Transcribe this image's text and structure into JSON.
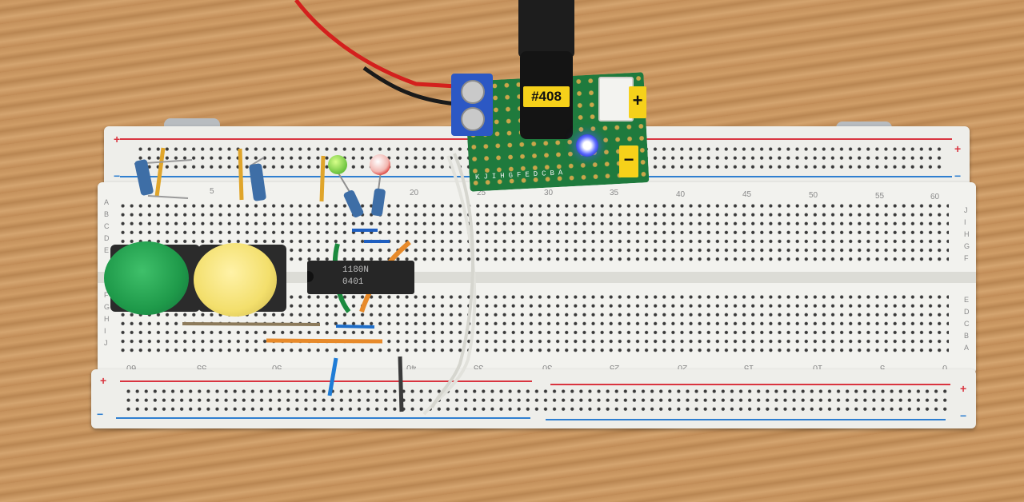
{
  "board": {
    "top_rail": {
      "plus": "+",
      "minus": "−",
      "right_plus": "+",
      "right_minus": "−"
    },
    "bottom_rail": {
      "plus": "+",
      "minus": "−",
      "right_plus": "+",
      "right_minus": "−"
    },
    "upper_col_numbers": [
      "20",
      "25",
      "30",
      "35",
      "40",
      "45",
      "50",
      "55",
      "60"
    ],
    "upper_col_number_5": "5",
    "lower_col_numbers": [
      "0",
      "5",
      "10",
      "15",
      "20",
      "25",
      "30",
      "35",
      "40",
      "50",
      "55",
      "60"
    ],
    "left_rows_top": [
      "A",
      "B",
      "C",
      "D",
      "E"
    ],
    "left_rows_bottom": [
      "F",
      "G",
      "H",
      "I",
      "J"
    ],
    "right_rows_top": [
      "J",
      "I",
      "H",
      "G",
      "F"
    ],
    "right_rows_bottom": [
      "E",
      "D",
      "C",
      "B",
      "A"
    ]
  },
  "module": {
    "label": "#408",
    "pcb_letters": "KJIHGFEDCBA",
    "pcb_plus": "+",
    "pcb_minus": "−"
  },
  "chip": {
    "marking_1": "1180N",
    "marking_2": "0401"
  },
  "colors": {
    "green_button": "#1f9a4a",
    "yellow_button": "#f3df6c",
    "pcb": "#1f7a3d",
    "rail_red": "#d9343f",
    "rail_blue": "#2f7fd0"
  }
}
